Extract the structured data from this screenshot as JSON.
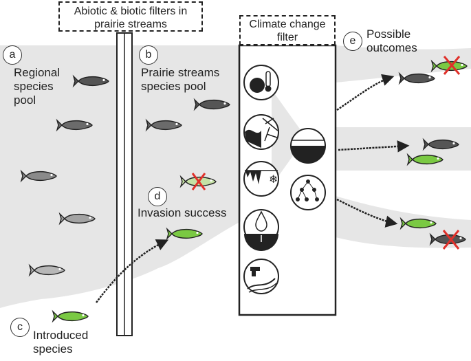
{
  "labels": {
    "a_letter": "a",
    "b_letter": "b",
    "c_letter": "c",
    "d_letter": "d",
    "e_letter": "e",
    "regional_pool": "Regional species pool",
    "prairie_pool": "Prairie streams species pool",
    "introduced": "Introduced species",
    "invasion": "Invasion success",
    "outcomes": "Possible outcomes",
    "abiotic_filter": "Abiotic & biotic filters in prairie streams",
    "climate_filter": "Climate change filter"
  },
  "icons": [
    "climate-globe-thermometer-icon",
    "flood-drought-icon",
    "ice-snow-icon",
    "precipitation-groundwater-icon",
    "water-extraction-icon",
    "lowered-water-level-icon",
    "food-web-icon"
  ],
  "colors": {
    "native_fish": "#555555",
    "invasive_fish": "#7ac943",
    "extinct_cross": "#e0302a",
    "pool_band": "#e6e6e6"
  }
}
